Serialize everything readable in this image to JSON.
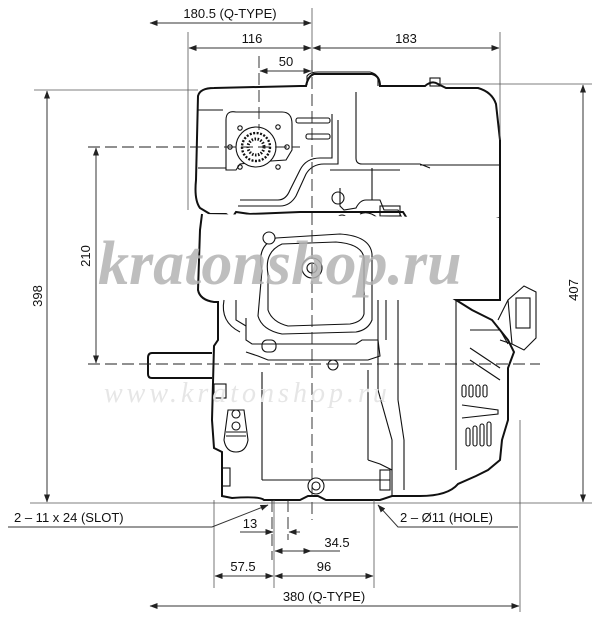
{
  "drawing": {
    "subject": "engine-dimension-drawing",
    "unit": "mm",
    "line_color": "#111111",
    "watermark_color": "#b3b3b3"
  },
  "dimensions": {
    "top": {
      "q_type_width": "180.5 (Q-TYPE)",
      "left_to_center": "116",
      "center_to_right": "183",
      "offset_50": "50"
    },
    "left": {
      "total_height": "398",
      "shaft_height": "210"
    },
    "right": {
      "total_height": "407"
    },
    "bottom": {
      "slot_note": "2 – 11 x 24 (SLOT)",
      "hole_note": "2 – Ø11 (HOLE)",
      "d13": "13",
      "d34_5": "34.5",
      "d57_5": "57.5",
      "d96": "96",
      "q_type_length": "380 (Q-TYPE)"
    }
  },
  "watermark": {
    "main": "kratonshop.ru",
    "faint": "www.kratonshop.ru"
  }
}
